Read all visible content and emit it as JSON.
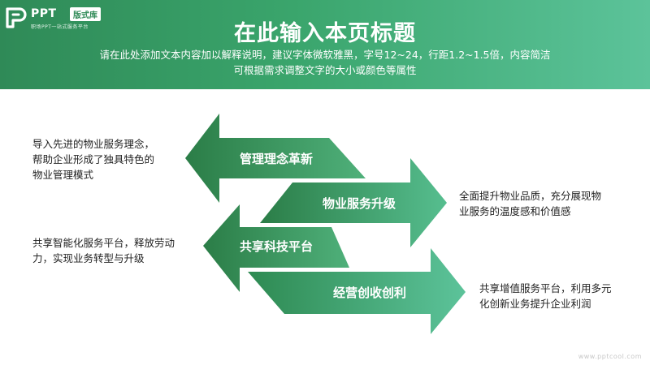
{
  "brand": {
    "name": "PPT",
    "badge": "版式库",
    "tagline": "职场PPT一站式服务平台"
  },
  "header": {
    "title": "在此输入本页标题",
    "subtitle_lines": [
      "请在此处添加文本内容加以解释说明，建议字体微软雅黑，字号12~24，行距1.2~1.5倍，内容简洁",
      "可根据需求调整文字的大小或颜色等属性"
    ]
  },
  "arrows": [
    {
      "label": "管理理念革新"
    },
    {
      "label": "物业服务升级"
    },
    {
      "label": "共享科技平台"
    },
    {
      "label": "经营创收创利"
    }
  ],
  "descriptions": [
    {
      "lines": [
        "导入先进的物业服务理念，",
        "帮助企业形成了独具特色的",
        "物业管理模式"
      ]
    },
    {
      "lines": [
        "全面提升物业品质，充分展现物",
        "业服务的温度感和价值感"
      ]
    },
    {
      "lines": [
        "共享智能化服务平台，释放劳动",
        "力，实现业务转型与升级"
      ]
    },
    {
      "lines": [
        "共享增值服务平台，利用多元",
        "化创新业务提升企业利润"
      ]
    }
  ],
  "watermark": "www.pptcool.com",
  "colors": {
    "header_start": "#2f8a57",
    "header_end": "#5cc39a",
    "arrow_dark": "#2b7d47",
    "arrow_light": "#5cc39a"
  }
}
